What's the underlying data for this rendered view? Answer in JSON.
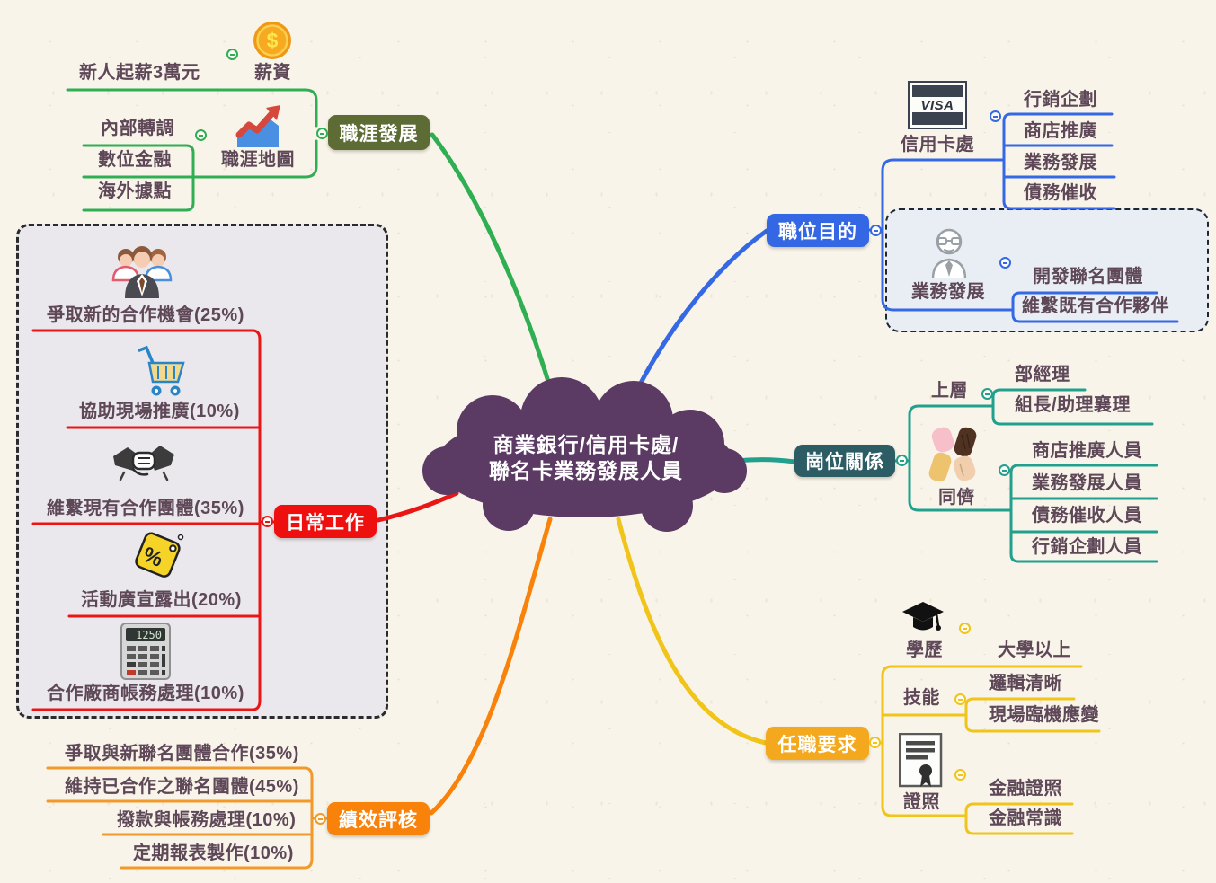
{
  "canvas": {
    "background_color": "#f8f4ea"
  },
  "center": {
    "line1": "商業銀行/信用卡處/",
    "line2": "聯名卡業務發展人員",
    "color": "#5b3a64"
  },
  "branches": {
    "career": {
      "label": "職涯發展",
      "node_color": "#5d6c35",
      "line_color": "#2fae52",
      "salary": {
        "label": "薪資",
        "icon": "dollar-coin-icon",
        "child": "新人起薪3萬元"
      },
      "career_map": {
        "label": "職涯地圖",
        "icon": "growth-chart-icon",
        "children": [
          "內部轉調",
          "數位金融",
          "海外據點"
        ]
      }
    },
    "purpose": {
      "label": "職位目的",
      "node_color": "#3467e3",
      "line_color": "#3568e4",
      "credit_card_dept": {
        "label": "信用卡處",
        "icon": "visa-card-icon",
        "children": [
          "行銷企劃",
          "商店推廣",
          "業務發展",
          "債務催收"
        ]
      },
      "business_dev": {
        "label": "業務發展",
        "icon": "businessman-icon",
        "children": [
          "開發聯名團體",
          "維繫既有合作夥伴"
        ]
      }
    },
    "relations": {
      "label": "崗位關係",
      "node_color": "#2c5d64",
      "line_color": "#21a08d",
      "upper": {
        "label": "上層",
        "children": [
          "部經理",
          "組長/助理襄理"
        ]
      },
      "peers": {
        "label": "同儕",
        "icon": "hands-together-icon",
        "children": [
          "商店推廣人員",
          "業務發展人員",
          "債務催收人員",
          "行銷企劃人員"
        ]
      }
    },
    "requirements": {
      "label": "任職要求",
      "node_color": "#f3a81d",
      "line_color": "#f0c419",
      "education": {
        "label": "學歷",
        "icon": "graduation-cap-icon",
        "child": "大學以上"
      },
      "skills": {
        "label": "技能",
        "children": [
          "邏輯清晰",
          "現場臨機應變"
        ]
      },
      "licenses": {
        "label": "證照",
        "icon": "certificate-icon",
        "children": [
          "金融證照",
          "金融常識"
        ]
      }
    },
    "evaluation": {
      "label": "績效評核",
      "node_color": "#f8820a",
      "line_color": "#f2992b",
      "children": [
        "爭取與新聯名團體合作(35%)",
        "維持已合作之聯名團體(45%)",
        "撥款與帳務處理(10%)",
        "定期報表製作(10%)"
      ]
    },
    "daily": {
      "label": "日常工作",
      "node_color": "#ee0f0f",
      "line_color": "#ea1515",
      "children": [
        {
          "label": "爭取新的合作機會(25%)",
          "icon": "team-icon"
        },
        {
          "label": "協助現場推廣(10%)",
          "icon": "shopping-cart-icon"
        },
        {
          "label": "維繫現有合作團體(35%)",
          "icon": "handshake-icon"
        },
        {
          "label": "活動廣宣露出(20%)",
          "icon": "price-tag-icon"
        },
        {
          "label": "合作廠商帳務處理(10%)",
          "icon": "calculator-icon"
        }
      ]
    }
  },
  "icon_glyphs": {
    "coin_symbol": "$",
    "visa_text": "VISA",
    "calculator_display": "1250",
    "tag_symbol": "%"
  }
}
